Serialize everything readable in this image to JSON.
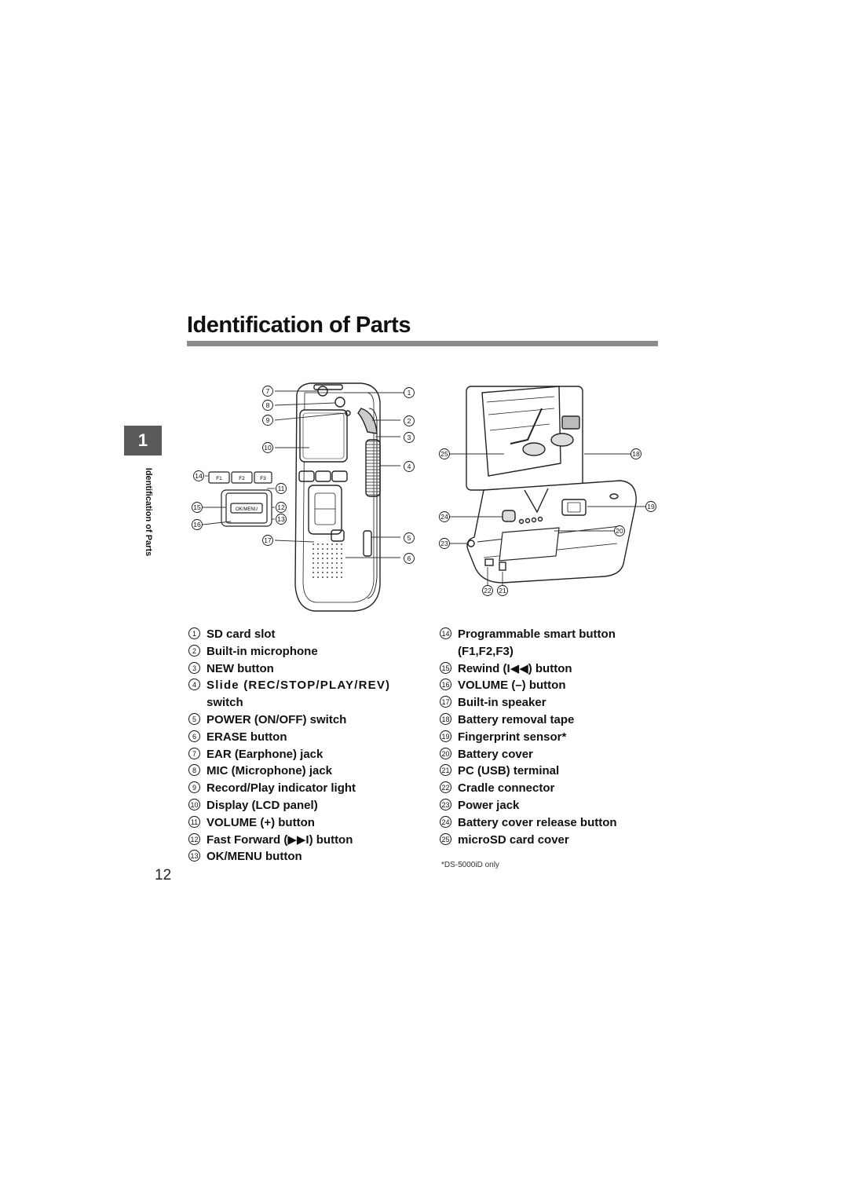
{
  "page": {
    "title": "Identification of Parts",
    "chapter_number": "1",
    "side_label": "Identification of Parts",
    "page_number": "12",
    "footnote": "*DS-5000iD only"
  },
  "device_labels": {
    "f1": "F1",
    "f2": "F2",
    "f3": "F3",
    "ok_menu": "OK/MENU"
  },
  "callouts": [
    "1",
    "2",
    "3",
    "4",
    "5",
    "6",
    "7",
    "8",
    "9",
    "10",
    "11",
    "12",
    "13",
    "14",
    "15",
    "16",
    "17",
    "18",
    "19",
    "20",
    "21",
    "22",
    "23",
    "24",
    "25"
  ],
  "parts_left": [
    {
      "num": "1",
      "text": "SD card slot"
    },
    {
      "num": "2",
      "text": "Built-in microphone"
    },
    {
      "num": "3",
      "text": "NEW button"
    },
    {
      "num": "4",
      "text": "Slide (REC/STOP/PLAY/REV)"
    },
    {
      "num": "",
      "text": "switch"
    },
    {
      "num": "5",
      "text": "POWER (ON/OFF) switch"
    },
    {
      "num": "6",
      "text": "ERASE button"
    },
    {
      "num": "7",
      "text": "EAR (Earphone)  jack"
    },
    {
      "num": "8",
      "text": "MIC (Microphone) jack"
    },
    {
      "num": "9",
      "text": "Record/Play indicator light"
    },
    {
      "num": "10",
      "text": "Display (LCD panel)"
    },
    {
      "num": "11",
      "text": "VOLUME (+) button"
    },
    {
      "num": "12",
      "text": "Fast Forward (▶▶I) button"
    },
    {
      "num": "13",
      "text": "OK/MENU button"
    }
  ],
  "parts_right": [
    {
      "num": "14",
      "text": "Programmable smart button"
    },
    {
      "num": "",
      "text": "(F1,F2,F3)"
    },
    {
      "num": "15",
      "text": "Rewind (I◀◀) button"
    },
    {
      "num": "16",
      "text": "VOLUME (–) button"
    },
    {
      "num": "17",
      "text": "Built-in speaker"
    },
    {
      "num": "18",
      "text": "Battery removal tape"
    },
    {
      "num": "19",
      "text": "Fingerprint sensor*"
    },
    {
      "num": "20",
      "text": "Battery cover"
    },
    {
      "num": "21",
      "text": "PC (USB) terminal"
    },
    {
      "num": "22",
      "text": "Cradle connector"
    },
    {
      "num": "23",
      "text": "Power jack"
    },
    {
      "num": "24",
      "text": "Battery cover release button"
    },
    {
      "num": "25",
      "text": "microSD card cover"
    }
  ]
}
